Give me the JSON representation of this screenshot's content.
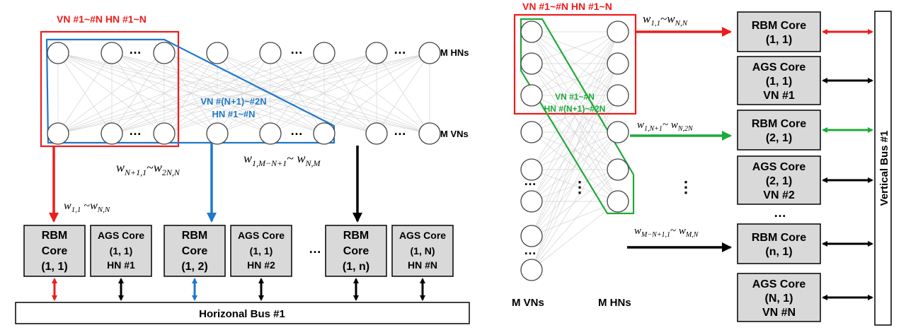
{
  "left": {
    "top_label": "VN #1~#N HN #1~N",
    "blue_label_1": "VN #(N+1)~#2N",
    "blue_label_2": "HN #1~#N",
    "m_hns": "M HNs",
    "m_vns": "M VNs",
    "dots": "…",
    "w_blue": "w_{N+1,1} ~ w_{2N,N}",
    "w_black": "w_{1,M−N+1} ~ w_{N,M}",
    "w_red": "w_{1,1} ~ w_{N,N}",
    "cores": [
      {
        "l1": "RBM",
        "l2": "Core",
        "l3": "(1, 1)"
      },
      {
        "l1": "AGS Core",
        "l2": "(1, 1)",
        "l3": "HN #1"
      },
      {
        "l1": "RBM",
        "l2": "Core",
        "l3": "(1, 2)"
      },
      {
        "l1": "AGS Core",
        "l2": "(1, 1)",
        "l3": "HN #2"
      },
      {
        "l1": "RBM",
        "l2": "Core",
        "l3": "(1, n)"
      },
      {
        "l1": "AGS Core",
        "l2": "(1, N)",
        "l3": "HN #N"
      }
    ],
    "bus": "Horizonal Bus #1",
    "dots_cores": "…"
  },
  "right": {
    "top_label": "VN #1~#N HN #1~N",
    "green_label_1": "VN #1~#N",
    "green_label_2": "HN #(N+1)~#2N",
    "w_red": "w_{1,1} ~ w_{N,N}",
    "w_green": "w_{1,N+1} ~ w_{N,2N}",
    "w_black": "w_{M−N+1,1} ~ w_{M,N}",
    "m_vns": "M VNs",
    "m_hns": "M HNs",
    "dots": "…",
    "vdots": "⋮",
    "cores": [
      {
        "l1": "RBM Core",
        "l2": "(1, 1)",
        "l3": ""
      },
      {
        "l1": "AGS Core",
        "l2": "(1, 1)",
        "l3": "VN #1"
      },
      {
        "l1": "RBM Core",
        "l2": "(2, 1)",
        "l3": ""
      },
      {
        "l1": "AGS Core",
        "l2": "(2, 1)",
        "l3": "VN #2"
      },
      {
        "l1": "RBM Core",
        "l2": "(n, 1)",
        "l3": ""
      },
      {
        "l1": "AGS Core",
        "l2": "(N, 1)",
        "l3": "VN #N"
      }
    ],
    "bus": "Vertical Bus #1",
    "dots_cores": "…"
  },
  "colors": {
    "red": "#ee1c1c",
    "blue": "#1f78c8",
    "green": "#1faa3a",
    "core_fill": "#d9d9d9",
    "line": "#d4d4d4"
  }
}
